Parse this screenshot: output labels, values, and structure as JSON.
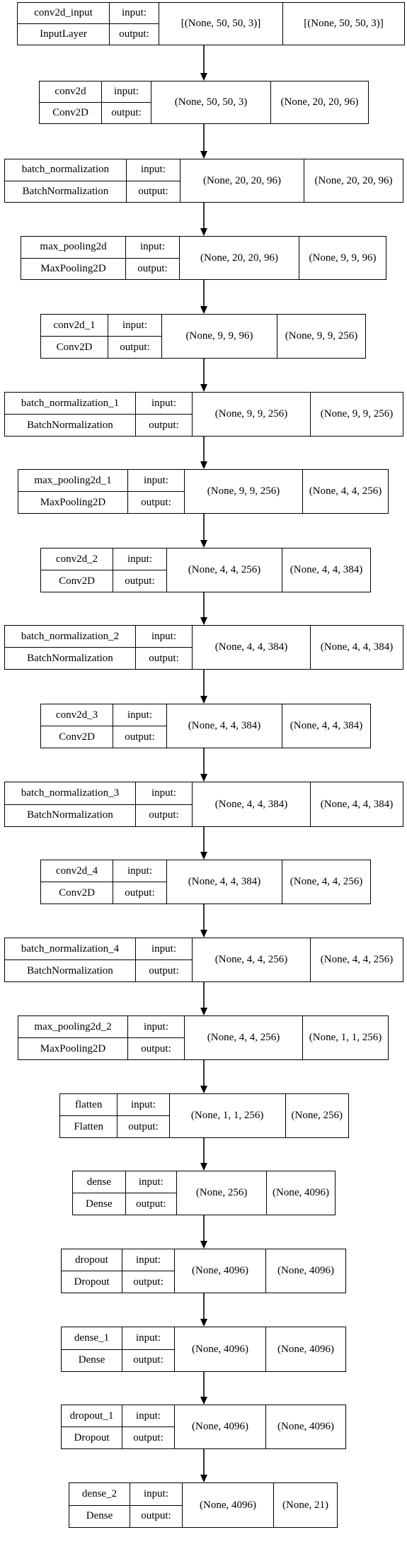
{
  "layers": [
    {
      "name": "conv2d_input",
      "type": "InputLayer",
      "input_label": "input:",
      "output_label": "output:",
      "input_shape": "[(None, 50, 50, 3)]",
      "output_shape": "[(None, 50, 50, 3)]"
    },
    {
      "name": "conv2d",
      "type": "Conv2D",
      "input_label": "input:",
      "output_label": "output:",
      "input_shape": "(None, 50, 50, 3)",
      "output_shape": "(None, 20, 20, 96)"
    },
    {
      "name": "batch_normalization",
      "type": "BatchNormalization",
      "input_label": "input:",
      "output_label": "output:",
      "input_shape": "(None, 20, 20, 96)",
      "output_shape": "(None, 20, 20, 96)"
    },
    {
      "name": "max_pooling2d",
      "type": "MaxPooling2D",
      "input_label": "input:",
      "output_label": "output:",
      "input_shape": "(None, 20, 20, 96)",
      "output_shape": "(None, 9, 9, 96)"
    },
    {
      "name": "conv2d_1",
      "type": "Conv2D",
      "input_label": "input:",
      "output_label": "output:",
      "input_shape": "(None, 9, 9, 96)",
      "output_shape": "(None, 9, 9, 256)"
    },
    {
      "name": "batch_normalization_1",
      "type": "BatchNormalization",
      "input_label": "input:",
      "output_label": "output:",
      "input_shape": "(None, 9, 9, 256)",
      "output_shape": "(None, 9, 9, 256)"
    },
    {
      "name": "max_pooling2d_1",
      "type": "MaxPooling2D",
      "input_label": "input:",
      "output_label": "output:",
      "input_shape": "(None, 9, 9, 256)",
      "output_shape": "(None, 4, 4, 256)"
    },
    {
      "name": "conv2d_2",
      "type": "Conv2D",
      "input_label": "input:",
      "output_label": "output:",
      "input_shape": "(None, 4, 4, 256)",
      "output_shape": "(None, 4, 4, 384)"
    },
    {
      "name": "batch_normalization_2",
      "type": "BatchNormalization",
      "input_label": "input:",
      "output_label": "output:",
      "input_shape": "(None, 4, 4, 384)",
      "output_shape": "(None, 4, 4, 384)"
    },
    {
      "name": "conv2d_3",
      "type": "Conv2D",
      "input_label": "input:",
      "output_label": "output:",
      "input_shape": "(None, 4, 4, 384)",
      "output_shape": "(None, 4, 4, 384)"
    },
    {
      "name": "batch_normalization_3",
      "type": "BatchNormalization",
      "input_label": "input:",
      "output_label": "output:",
      "input_shape": "(None, 4, 4, 384)",
      "output_shape": "(None, 4, 4, 384)"
    },
    {
      "name": "conv2d_4",
      "type": "Conv2D",
      "input_label": "input:",
      "output_label": "output:",
      "input_shape": "(None, 4, 4, 384)",
      "output_shape": "(None, 4, 4, 256)"
    },
    {
      "name": "batch_normalization_4",
      "type": "BatchNormalization",
      "input_label": "input:",
      "output_label": "output:",
      "input_shape": "(None, 4, 4, 256)",
      "output_shape": "(None, 4, 4, 256)"
    },
    {
      "name": "max_pooling2d_2",
      "type": "MaxPooling2D",
      "input_label": "input:",
      "output_label": "output:",
      "input_shape": "(None, 4, 4, 256)",
      "output_shape": "(None, 1, 1, 256)"
    },
    {
      "name": "flatten",
      "type": "Flatten",
      "input_label": "input:",
      "output_label": "output:",
      "input_shape": "(None, 1, 1, 256)",
      "output_shape": "(None, 256)"
    },
    {
      "name": "dense",
      "type": "Dense",
      "input_label": "input:",
      "output_label": "output:",
      "input_shape": "(None, 256)",
      "output_shape": "(None, 4096)"
    },
    {
      "name": "dropout",
      "type": "Dropout",
      "input_label": "input:",
      "output_label": "output:",
      "input_shape": "(None, 4096)",
      "output_shape": "(None, 4096)"
    },
    {
      "name": "dense_1",
      "type": "Dense",
      "input_label": "input:",
      "output_label": "output:",
      "input_shape": "(None, 4096)",
      "output_shape": "(None, 4096)"
    },
    {
      "name": "dropout_1",
      "type": "Dropout",
      "input_label": "input:",
      "output_label": "output:",
      "input_shape": "(None, 4096)",
      "output_shape": "(None, 4096)"
    },
    {
      "name": "dense_2",
      "type": "Dense",
      "input_label": "input:",
      "output_label": "output:",
      "input_shape": "(None, 4096)",
      "output_shape": "(None, 21)"
    }
  ],
  "colors": {
    "stroke": "#000000",
    "fill": "#ffffff",
    "text": "#000000"
  }
}
